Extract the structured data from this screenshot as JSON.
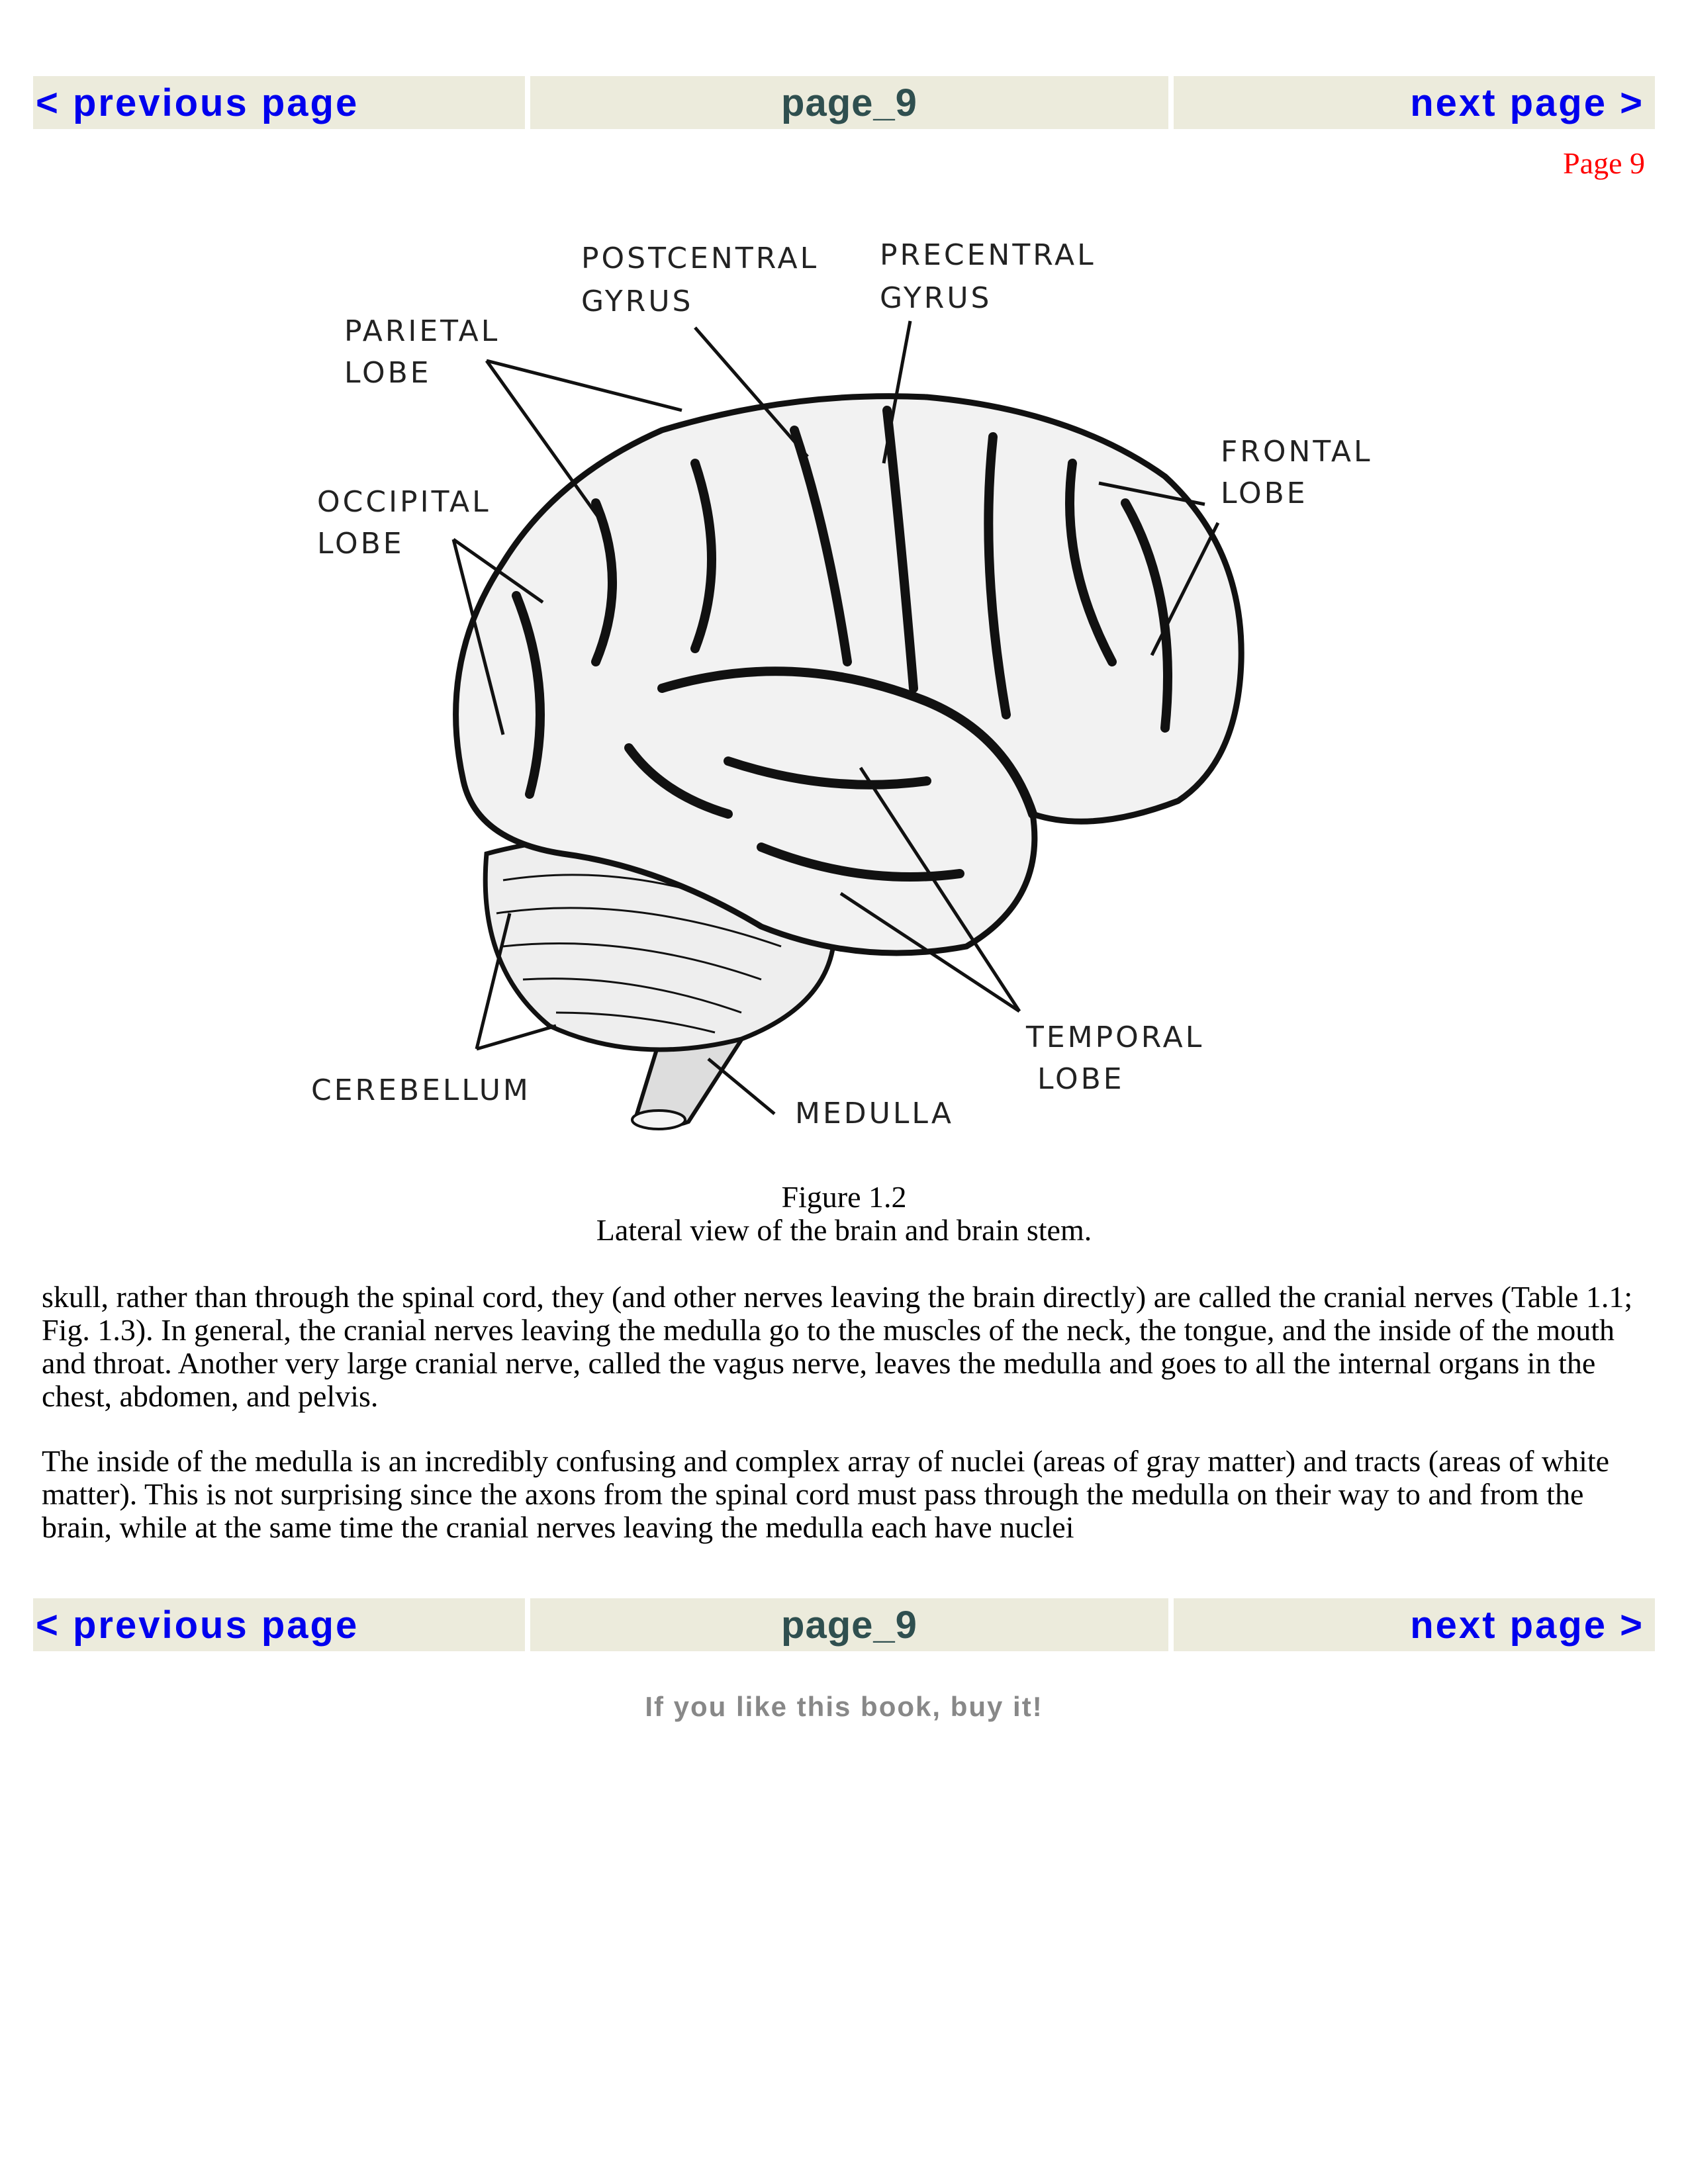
{
  "nav": {
    "previous": "< previous page",
    "current": "page_9",
    "next": "next page >"
  },
  "page_label": "Page 9",
  "figure": {
    "labels": {
      "postcentral": [
        "POSTCENTRAL",
        "GYRUS"
      ],
      "precentral": [
        "PRECENTRAL",
        "GYRUS"
      ],
      "parietal": [
        "PARIETAL",
        "LOBE"
      ],
      "occipital": [
        "OCCIPITAL",
        "LOBE"
      ],
      "frontal": [
        "FRONTAL",
        "LOBE"
      ],
      "cerebellum": "CEREBELLUM",
      "medulla": "MEDULLA",
      "temporal": [
        "TEMPORAL",
        "LOBE"
      ]
    },
    "number": "Figure 1.2",
    "caption": "Lateral view of the brain and brain stem."
  },
  "paragraphs": [
    "skull, rather than through the spinal cord, they (and other nerves leaving the brain directly) are called the cranial nerves (Table 1.1; Fig. 1.3). In general, the cranial nerves leaving the medulla go to the muscles of the neck, the tongue, and the inside of the mouth and throat. Another very large cranial nerve, called the vagus nerve, leaves the medulla and goes to all the internal organs in the chest, abdomen, and pelvis.",
    "The inside of the medulla is an incredibly confusing and complex array of nuclei (areas of gray matter) and tracts (areas of white matter). This is not surprising since the axons from the spinal cord must pass through the medulla on their way to and from the brain, while at the same time the cranial nerves leaving the medulla each have nuclei"
  ],
  "footer": "If you like this book, buy it!"
}
